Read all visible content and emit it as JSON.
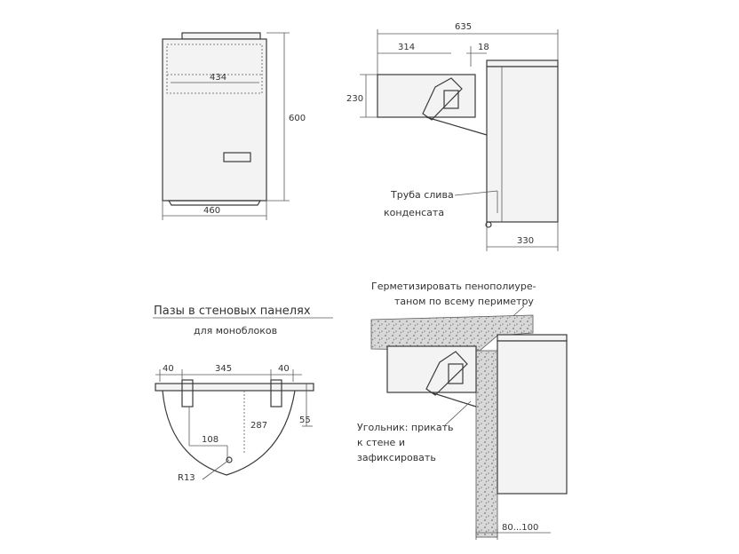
{
  "front_view": {
    "width_top": "434",
    "height": "600",
    "width_bottom": "460"
  },
  "side_view": {
    "total_width": "635",
    "depth_outer": "314",
    "gap": "18",
    "height_part": "230",
    "panel_depth": "330",
    "drain_label_line1": "Труба слива",
    "drain_label_line2": "конденсата"
  },
  "cutout": {
    "title": "Пазы в стеновых панелях",
    "subtitle": "для моноблоков",
    "left_offset": "40",
    "middle_width": "345",
    "right_offset": "40",
    "depth_a": "287",
    "depth_b": "108",
    "side_depth": "55",
    "radius": "R13"
  },
  "install_view": {
    "seal_line1": "Герметизировать пенополиуре-",
    "seal_line2": "таном по всему периметру",
    "bracket_line1": "Угольник: прикать",
    "bracket_line2": "к стене и",
    "bracket_line3": "зафиксировать",
    "wall_thickness": "80...100"
  }
}
